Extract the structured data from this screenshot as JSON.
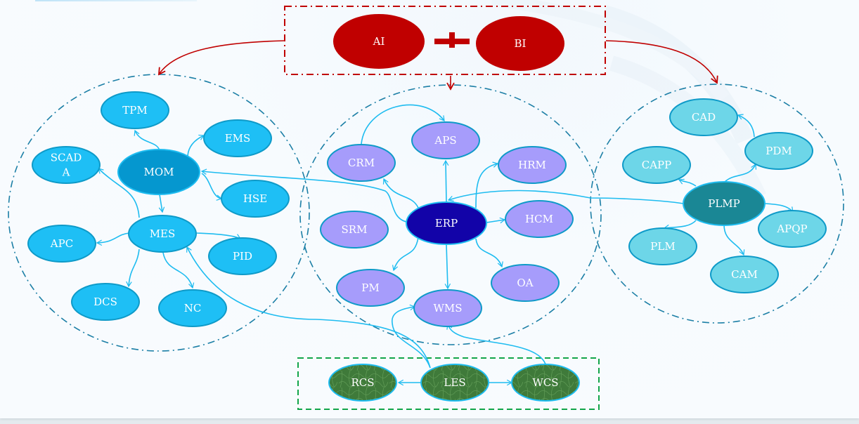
{
  "title_group": {
    "nodes": [
      {
        "id": "AI",
        "label": "AI"
      },
      {
        "id": "BI",
        "label": "BI"
      }
    ],
    "operator": "plus",
    "color": "#c00000"
  },
  "clusters": [
    {
      "name": "MOM",
      "hub": {
        "id": "MOM",
        "label": "MOM",
        "color": "#0597cf"
      },
      "node_color": "#1ebff5",
      "nodes": [
        {
          "id": "TPM",
          "label": "TPM"
        },
        {
          "id": "EMS",
          "label": "EMS"
        },
        {
          "id": "SCADA",
          "label": "SCAD\nA"
        },
        {
          "id": "HSE",
          "label": "HSE"
        },
        {
          "id": "MES",
          "label": "MES"
        },
        {
          "id": "APC",
          "label": "APC"
        },
        {
          "id": "PID",
          "label": "PID"
        },
        {
          "id": "DCS",
          "label": "DCS"
        },
        {
          "id": "NC",
          "label": "NC"
        }
      ]
    },
    {
      "name": "ERP",
      "hub": {
        "id": "ERP",
        "label": "ERP",
        "color": "#1203a8"
      },
      "node_color": "#a69cfb",
      "nodes": [
        {
          "id": "APS",
          "label": "APS"
        },
        {
          "id": "CRM",
          "label": "CRM"
        },
        {
          "id": "HRM",
          "label": "HRM"
        },
        {
          "id": "SRM",
          "label": "SRM"
        },
        {
          "id": "HCM",
          "label": "HCM"
        },
        {
          "id": "PM",
          "label": "PM"
        },
        {
          "id": "OA",
          "label": "OA"
        },
        {
          "id": "WMS",
          "label": "WMS"
        }
      ]
    },
    {
      "name": "PLMP",
      "hub": {
        "id": "PLMP",
        "label": "PLMP",
        "color": "#1a8795"
      },
      "node_color": "#6dd6e8",
      "nodes": [
        {
          "id": "CAD",
          "label": "CAD"
        },
        {
          "id": "PDM",
          "label": "PDM"
        },
        {
          "id": "CAPP",
          "label": "CAPP"
        },
        {
          "id": "APQP",
          "label": "APQP"
        },
        {
          "id": "PLM",
          "label": "PLM"
        },
        {
          "id": "CAM",
          "label": "CAM"
        }
      ]
    }
  ],
  "logistics_group": {
    "color": "#3f7a3a",
    "border": "#12a54a",
    "nodes": [
      {
        "id": "RCS",
        "label": "RCS"
      },
      {
        "id": "LES",
        "label": "LES"
      },
      {
        "id": "WCS",
        "label": "WCS"
      }
    ]
  },
  "edges": [
    {
      "from": "AIBI",
      "to": "MOM-cluster",
      "color": "#c00000"
    },
    {
      "from": "AIBI",
      "to": "ERP-cluster",
      "color": "#c00000"
    },
    {
      "from": "AIBI",
      "to": "PLMP-cluster",
      "color": "#c00000"
    },
    {
      "from": "MOM",
      "to": "TPM"
    },
    {
      "from": "MOM",
      "to": "EMS"
    },
    {
      "from": "MOM",
      "to": "HSE"
    },
    {
      "from": "MOM",
      "to": "MES"
    },
    {
      "from": "MES",
      "to": "SCADA"
    },
    {
      "from": "MES",
      "to": "APC"
    },
    {
      "from": "MES",
      "to": "PID"
    },
    {
      "from": "MES",
      "to": "DCS"
    },
    {
      "from": "MES",
      "to": "NC"
    },
    {
      "from": "ERP",
      "to": "MOM"
    },
    {
      "from": "ERP",
      "to": "APS"
    },
    {
      "from": "ERP",
      "to": "CRM"
    },
    {
      "from": "ERP",
      "to": "HRM"
    },
    {
      "from": "ERP",
      "to": "HCM"
    },
    {
      "from": "ERP",
      "to": "PM"
    },
    {
      "from": "ERP",
      "to": "OA"
    },
    {
      "from": "ERP",
      "to": "WMS"
    },
    {
      "from": "CRM",
      "to": "APS"
    },
    {
      "from": "PLMP",
      "to": "ERP"
    },
    {
      "from": "PLMP",
      "to": "CAPP"
    },
    {
      "from": "PLMP",
      "to": "PDM"
    },
    {
      "from": "PDM",
      "to": "CAD"
    },
    {
      "from": "PLMP",
      "to": "APQP"
    },
    {
      "from": "PLMP",
      "to": "PLM"
    },
    {
      "from": "PLMP",
      "to": "CAM"
    },
    {
      "from": "LES",
      "to": "RCS"
    },
    {
      "from": "LES",
      "to": "WCS"
    },
    {
      "from": "LES",
      "to": "MES"
    },
    {
      "from": "LES",
      "to": "WMS"
    },
    {
      "from": "WCS",
      "to": "WMS"
    }
  ]
}
